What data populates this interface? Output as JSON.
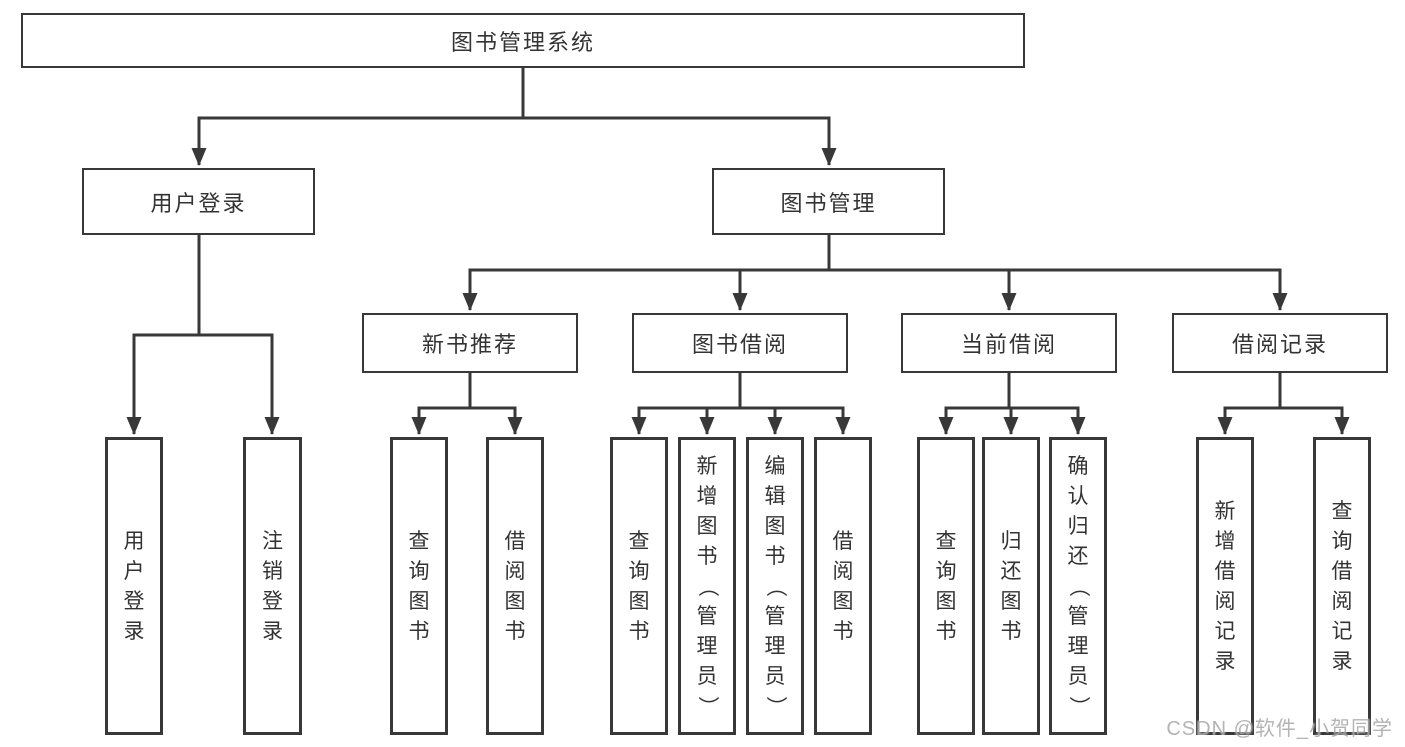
{
  "diagram": {
    "root": {
      "label": "图书管理系统"
    },
    "level2": [
      {
        "label": "用户登录"
      },
      {
        "label": "图书管理"
      }
    ],
    "level3": [
      {
        "label": "新书推荐"
      },
      {
        "label": "图书借阅"
      },
      {
        "label": "当前借阅"
      },
      {
        "label": "借阅记录"
      }
    ],
    "leaves": {
      "user_login": [
        "用户登录",
        "注销登录"
      ],
      "new_book_recommend": [
        "查询图书",
        "借阅图书"
      ],
      "book_borrow": [
        "查询图书",
        "新增图书（管理员）",
        "编辑图书（管理员）",
        "借阅图书"
      ],
      "current_borrow": [
        "查询图书",
        "归还图书",
        "确认归还（管理员）"
      ],
      "borrow_records": [
        "新增借阅记录",
        "查询借阅记录"
      ]
    },
    "watermark": "CSDN @软件_小贺同学",
    "colors": {
      "line": "#383838",
      "text": "#333333",
      "background": "#ffffff",
      "watermark": "#9e9e9e"
    }
  }
}
